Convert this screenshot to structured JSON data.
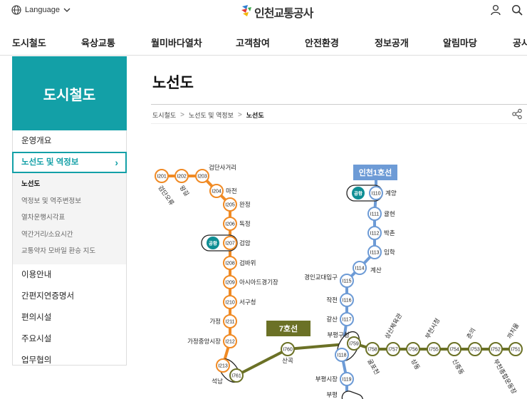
{
  "header": {
    "language_label": "Language",
    "logo_text": "인천교통공사"
  },
  "gnb": [
    "도시철도",
    "육상교통",
    "월미바다열차",
    "고객참여",
    "안전환경",
    "정보공개",
    "알림마당",
    "공시"
  ],
  "lnb": {
    "title": "도시철도",
    "items": [
      "운영개요",
      "노선도 및 역정보"
    ],
    "active_chevron": "›",
    "sub_items": [
      "노선도",
      "역정보 및 역주변정보",
      "열차운행시각표",
      "역간거리/소요시간",
      "교통약자 모바일 환승 지도"
    ],
    "items_after": [
      "이용안내",
      "간편지연증명서",
      "편의시설",
      "주요시설",
      "업무협의"
    ]
  },
  "page": {
    "title": "노선도",
    "breadcrumb": [
      "도시철도",
      "노선도 및 역정보",
      "노선도"
    ],
    "breadcrumb_sep": ">"
  },
  "map": {
    "colors": {
      "line2": "#f08a24",
      "line1": "#6d9bd6",
      "line7": "#6b7126",
      "airport": "#0e8e94"
    },
    "badge_line1": "인천1호선",
    "badge_line7": "7호선",
    "airport_label": "공항",
    "line2_stations": [
      {
        "code": "I201",
        "name": "검단오류"
      },
      {
        "code": "I202",
        "name": "왕길"
      },
      {
        "code": "I203",
        "name": "검단사거리"
      },
      {
        "code": "I204",
        "name": "마전"
      },
      {
        "code": "I205",
        "name": "완정"
      },
      {
        "code": "I206",
        "name": "독정"
      },
      {
        "code": "I207",
        "name": "검암"
      },
      {
        "code": "I208",
        "name": "검바위"
      },
      {
        "code": "I209",
        "name": "아시아드경기장"
      },
      {
        "code": "I210",
        "name": "서구청"
      },
      {
        "code": "I211",
        "name": "가정"
      },
      {
        "code": "I212",
        "name": "가정중앙시장"
      },
      {
        "code": "I213",
        "name": "석남"
      }
    ],
    "line1_stations": [
      {
        "code": "I110",
        "name": "계양"
      },
      {
        "code": "I111",
        "name": "귤현"
      },
      {
        "code": "I112",
        "name": "박촌"
      },
      {
        "code": "I113",
        "name": "임학"
      },
      {
        "code": "I114",
        "name": "계산"
      },
      {
        "code": "I115",
        "name": "경인교대입구"
      },
      {
        "code": "I116",
        "name": "작전"
      },
      {
        "code": "I117",
        "name": "갈산"
      },
      {
        "code": "I118",
        "name": "부평구청"
      },
      {
        "code": "I119",
        "name": "부평시장"
      },
      {
        "code": "",
        "name": "부평"
      }
    ],
    "line7_stations": [
      {
        "code": "I761",
        "name": ""
      },
      {
        "code": "I760",
        "name": "산곡"
      },
      {
        "code": "I759",
        "name": ""
      },
      {
        "code": "I758",
        "name": "굴포천"
      },
      {
        "code": "I757",
        "name": "삼산체육관"
      },
      {
        "code": "I756",
        "name": "상동"
      },
      {
        "code": "I755",
        "name": "부천시청"
      },
      {
        "code": "I754",
        "name": "신중동"
      },
      {
        "code": "I753",
        "name": "춘의"
      },
      {
        "code": "I752",
        "name": "부천종합운동장"
      },
      {
        "code": "I751",
        "name": "까치울"
      }
    ]
  }
}
